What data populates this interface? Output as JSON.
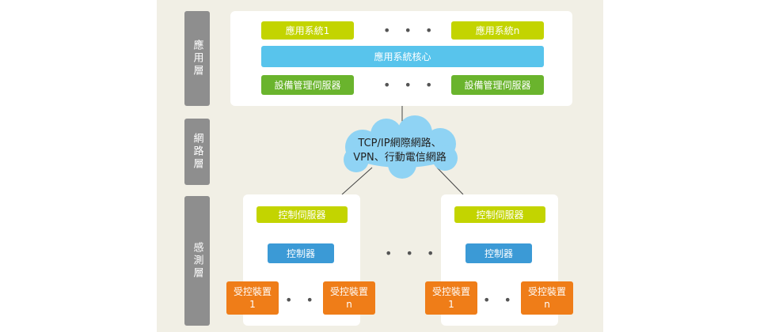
{
  "layers": {
    "application": "應用層",
    "network": "網路層",
    "sensing": "感測層"
  },
  "application_layer": {
    "app_system_1": "應用系統1",
    "app_system_n": "應用系統n",
    "core": "應用系統核心",
    "device_server_left": "設備管理伺服器",
    "device_server_right": "設備管理伺服器",
    "ellipsis": "• • •"
  },
  "network_layer": {
    "line1": "TCP/IP網際網路、",
    "line2": "VPN、行動電信網路"
  },
  "sensing_layer": {
    "groups": [
      {
        "control_server": "控制伺服器",
        "controller": "控制器",
        "device_1_a": "受控裝置",
        "device_1_b": "1",
        "device_n_a": "受控裝置",
        "device_n_b": "n"
      },
      {
        "control_server": "控制伺服器",
        "controller": "控制器",
        "device_1_a": "受控裝置",
        "device_1_b": "1",
        "device_n_a": "受控裝置",
        "device_n_b": "n"
      }
    ],
    "ellipsis": "• • •"
  },
  "colors": {
    "lime": "#c3d400",
    "green": "#6ab42d",
    "sky": "#58c4ec",
    "blue": "#3b9ad6",
    "orange": "#ef7d18",
    "cloud": "#8fd3f4",
    "label": "#8e8e8e"
  }
}
